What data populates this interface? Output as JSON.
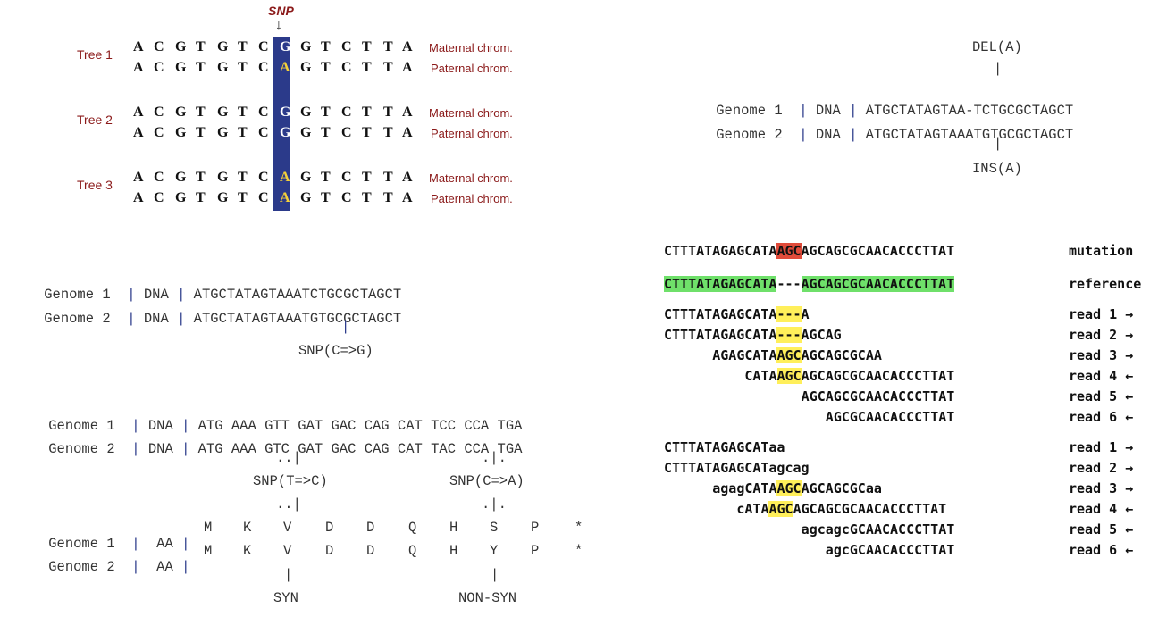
{
  "snp_panel": {
    "snp_title": "SNP",
    "arrow": "↓",
    "trees": [
      {
        "label": "Tree 1",
        "rows": [
          {
            "seq": [
              "A",
              "C",
              "G",
              "T",
              "G",
              "T",
              "C",
              "G",
              "G",
              "T",
              "C",
              "T",
              "T",
              "A"
            ],
            "chrom": "Maternal chrom."
          },
          {
            "seq": [
              "A",
              "C",
              "G",
              "T",
              "G",
              "T",
              "C",
              "A",
              "G",
              "T",
              "C",
              "T",
              "T",
              "A"
            ],
            "chrom": "Paternal chrom."
          }
        ]
      },
      {
        "label": "Tree 2",
        "rows": [
          {
            "seq": [
              "A",
              "C",
              "G",
              "T",
              "G",
              "T",
              "C",
              "G",
              "G",
              "T",
              "C",
              "T",
              "T",
              "A"
            ],
            "chrom": "Maternal chrom."
          },
          {
            "seq": [
              "A",
              "C",
              "G",
              "T",
              "G",
              "T",
              "C",
              "G",
              "G",
              "T",
              "C",
              "T",
              "T",
              "A"
            ],
            "chrom": "Paternal chrom."
          }
        ]
      },
      {
        "label": "Tree 3",
        "rows": [
          {
            "seq": [
              "A",
              "C",
              "G",
              "T",
              "G",
              "T",
              "C",
              "A",
              "G",
              "T",
              "C",
              "T",
              "T",
              "A"
            ],
            "chrom": "Maternal chrom."
          },
          {
            "seq": [
              "A",
              "C",
              "G",
              "T",
              "G",
              "T",
              "C",
              "A",
              "G",
              "T",
              "C",
              "T",
              "T",
              "A"
            ],
            "chrom": "Paternal chrom."
          }
        ]
      }
    ],
    "snp_colors": {
      "G": "#ffffff",
      "A": "#f5d13a",
      "column": "#2b3a8a"
    }
  },
  "indel_panel": {
    "del_label": "DEL(A)",
    "ins_label": "INS(A)",
    "pipe": "|",
    "rows": [
      {
        "genome": "Genome 1",
        "type": "DNA",
        "seq": "ATGCTATAGTAA-TCTGCGCTAGCT"
      },
      {
        "genome": "Genome 2",
        "type": "DNA",
        "seq": "ATGCTATAGTAAATGTGCGCTAGCT"
      }
    ]
  },
  "snp_dna_panel": {
    "rows": [
      {
        "genome": "Genome 1",
        "type": "DNA",
        "seq": "ATGCTATAGTAAATCTGCGCTAGCT"
      },
      {
        "genome": "Genome 2",
        "type": "DNA",
        "seq": "ATGCTATAGTAAATGTGCGCTAGCT"
      }
    ],
    "pipe": "|",
    "snp_label": "SNP(C=>G)"
  },
  "codon_panel": {
    "dna_rows": [
      {
        "genome": "Genome 1",
        "type": "DNA",
        "codons": [
          "ATG",
          "AAA",
          "GTT",
          "GAT",
          "GAC",
          "CAG",
          "CAT",
          "TCC",
          "CCA",
          "TGA"
        ]
      },
      {
        "genome": "Genome 2",
        "type": "DNA",
        "codons": [
          "ATG",
          "AAA",
          "GTC",
          "GAT",
          "GAC",
          "CAG",
          "CAT",
          "TAC",
          "CCA",
          "TGA"
        ]
      }
    ],
    "marks": {
      "left_top": "..|",
      "right_top": ".|.",
      "left_bottom": "..|",
      "right_bottom": ".|."
    },
    "snp_left": "SNP(T=>C)",
    "snp_right": "SNP(C=>A)",
    "aa_rows": [
      {
        "genome": "Genome 1",
        "type": "AA",
        "aas": [
          "M",
          "K",
          "V",
          "D",
          "D",
          "Q",
          "H",
          "S",
          "P",
          "*"
        ]
      },
      {
        "genome": "Genome 2",
        "type": "AA",
        "aas": [
          "M",
          "K",
          "V",
          "D",
          "D",
          "Q",
          "H",
          "Y",
          "P",
          "*"
        ]
      }
    ],
    "pipe": "|",
    "syn_label": "SYN",
    "nonsyn_label": "NON-SYN"
  },
  "reads_panel": {
    "mutation": {
      "pre": "CTTTATAGAGCATA",
      "mid": "AGC",
      "post": "AGCAGCGCAACACCCTTAT",
      "label": "mutation"
    },
    "reference": {
      "pre": "CTTTATAGAGCATA",
      "mid": "---",
      "post": "AGCAGCGCAACACCCTTAT",
      "label": "reference"
    },
    "reads_upper": [
      {
        "indent": 0,
        "pre": "CTTTATAGAGCATA",
        "mid": "---",
        "post": "A",
        "label": "read 1",
        "dir": "→"
      },
      {
        "indent": 0,
        "pre": "CTTTATAGAGCATA",
        "mid": "---",
        "post": "AGCAG",
        "label": "read 2",
        "dir": "→"
      },
      {
        "indent": 6,
        "pre": "AGAGCATA",
        "mid": "AGC",
        "post": "AGCAGCGCAA",
        "label": "read 3",
        "dir": "→"
      },
      {
        "indent": 10,
        "pre": "CATA",
        "mid": "AGC",
        "post": "AGCAGCGCAACACCCTTAT",
        "label": "read 4",
        "dir": "←"
      },
      {
        "indent": 17,
        "pre": "",
        "mid": "",
        "post": "AGCAGCGCAACACCCTTAT",
        "label": "read 5",
        "dir": "←"
      },
      {
        "indent": 20,
        "pre": "",
        "mid": "",
        "post": "AGCGCAACACCCTTAT",
        "label": "read 6",
        "dir": "←"
      }
    ],
    "reads_lower": [
      {
        "indent": 0,
        "pre": "CTTTATAGAGCATaa",
        "mid": "",
        "post": "",
        "label": "read 1",
        "dir": "→"
      },
      {
        "indent": 0,
        "pre": "CTTTATAGAGCATagcag",
        "mid": "",
        "post": "",
        "label": "read 2",
        "dir": "→"
      },
      {
        "indent": 6,
        "pre": "agagCATA",
        "mid": "AGC",
        "post": "AGCAGCGCaa",
        "label": "read 3",
        "dir": "→"
      },
      {
        "indent": 9,
        "pre": "cATA",
        "mid": "AGC",
        "post": "AGCAGCGCAACACCCTTAT",
        "label": "read 4",
        "dir": "←"
      },
      {
        "indent": 17,
        "pre": "",
        "mid": "",
        "post": "agcagcGCAACACCCTTAT",
        "label": "read 5",
        "dir": "←"
      },
      {
        "indent": 20,
        "pre": "",
        "mid": "",
        "post": "agcGCAACACCCTTAT",
        "label": "read 6",
        "dir": "←"
      }
    ]
  }
}
